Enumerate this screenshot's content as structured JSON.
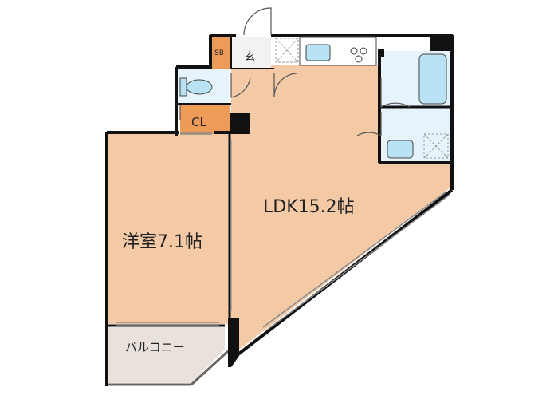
{
  "rooms": {
    "ldk": "LDK15.2帖",
    "western_room": "洋室7.1帖",
    "balcony": "バルコニー",
    "closet": "CL",
    "entrance": "玄",
    "shoe_box": "SB"
  },
  "colors": {
    "room_floor": "#f4c9a6",
    "balcony_floor": "#e9e2dc",
    "wet_area": "#e6f3fb",
    "fixture": "#b9e2f4",
    "closet_fill": "#ef9b58",
    "wall": "#111111"
  }
}
